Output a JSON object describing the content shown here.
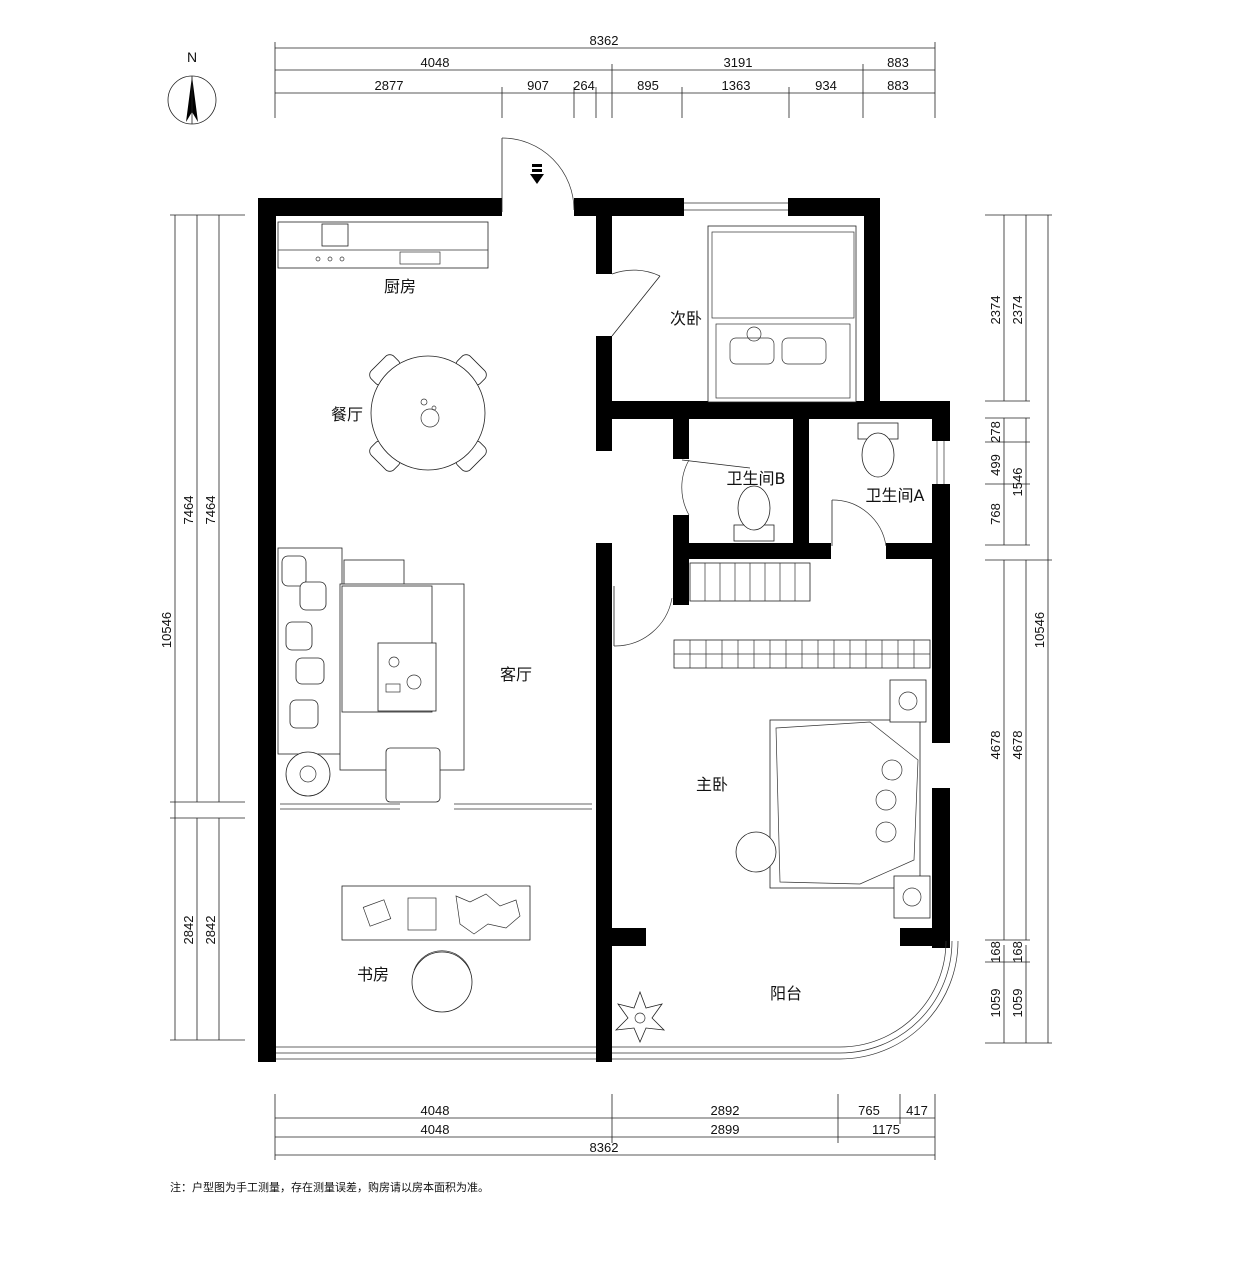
{
  "compass": {
    "label": "N"
  },
  "dims": {
    "top": {
      "total": "8362",
      "mid": [
        "4048",
        "3191",
        "883"
      ],
      "detail": [
        "2877",
        "907",
        "264",
        "895",
        "1363",
        "934",
        "883"
      ]
    },
    "bottom": {
      "row1": [
        "4048",
        "2892",
        "765",
        "417"
      ],
      "row2": [
        "4048",
        "2899",
        "1175"
      ],
      "total": "8362"
    },
    "left": {
      "total": "10546",
      "upper_a": "7464",
      "upper_b": "7464",
      "lower_a": "2842",
      "lower_b": "2842"
    },
    "right": {
      "r1_a": "2374",
      "r1_b": "2374",
      "r2_a": "278",
      "r2_b": "499",
      "r2_c": "768",
      "r2_d": "1546",
      "total": "10546",
      "r3_a": "4678",
      "r3_b": "4678",
      "r4_a": "168",
      "r4_b": "168",
      "r5_a": "1059",
      "r5_b": "1059"
    }
  },
  "rooms": {
    "kitchen": "厨房",
    "dining": "餐厅",
    "living": "客厅",
    "study": "书房",
    "second_bedroom": "次卧",
    "bathroom_b": "卫生间B",
    "bathroom_a": "卫生间A",
    "master_bedroom": "主卧",
    "balcony": "阳台"
  },
  "note": "注：户型图为手工测量，存在测量误差，购房请以房本面积为准。"
}
